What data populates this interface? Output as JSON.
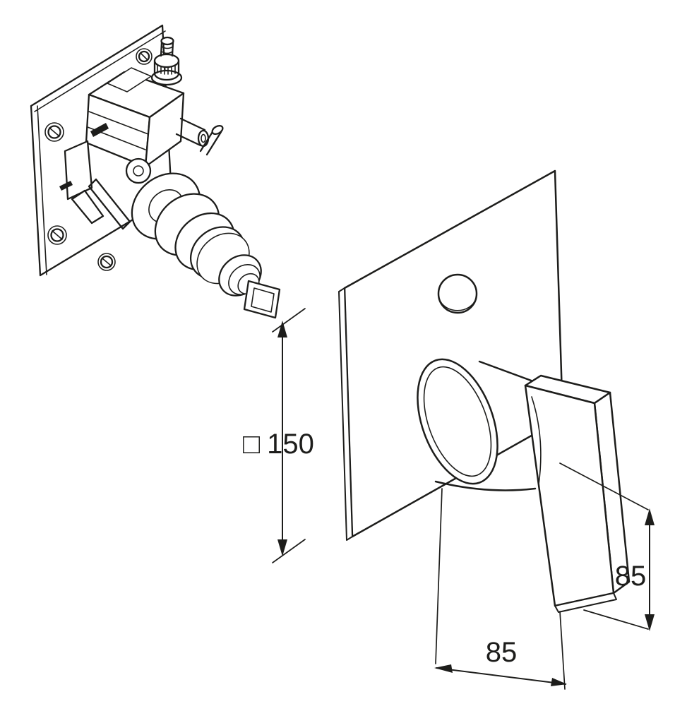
{
  "drawing": {
    "background": "#ffffff",
    "line_color": "#1d1d1b",
    "dimensions": {
      "plate": {
        "symbol": "□",
        "value": "150"
      },
      "lever_height": {
        "value": "85"
      },
      "lever_projection": {
        "value": "85"
      }
    }
  }
}
